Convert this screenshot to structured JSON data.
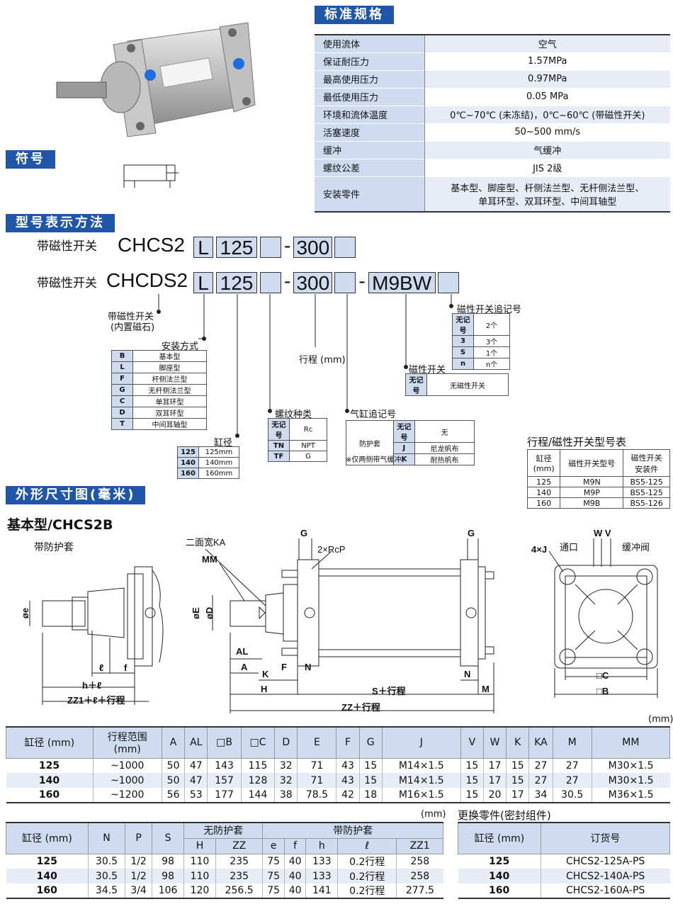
{
  "sections": {
    "spec": "标准规格",
    "symbol": "符号",
    "model": "型号表示方法",
    "dims": "外形尺寸图(毫米)"
  },
  "spec_rows": [
    [
      "使用流体",
      "空气"
    ],
    [
      "保证耐压力",
      "1.57MPa"
    ],
    [
      "最高使用压力",
      "0.97MPa"
    ],
    [
      "最低使用压力",
      "0.05 MPa"
    ],
    [
      "环境和流体温度",
      "0℃~70℃ (未冻结)，0℃~60℃ (带磁性开关)"
    ],
    [
      "活塞速度",
      "50~500 mm/s"
    ],
    [
      "缓冲",
      "气缓冲"
    ],
    [
      "螺纹公差",
      "JIS 2级"
    ],
    [
      "安装零件",
      "基本型、脚座型、杆侧法兰型、无杆侧法兰型、\n单耳环型、双耳环型、中间耳轴型"
    ]
  ],
  "model": {
    "line1_label": "带磁性开关",
    "line1_code": "CHCS2",
    "line2_label": "带磁性开关",
    "line2_code": "CHCDS2",
    "mount": "L",
    "bore": "125",
    "stroke": "300",
    "switch": "M9BW",
    "mag_note1": "带磁性开关",
    "mag_note2": "(内置磁石)",
    "mount_title": "安装方式",
    "mount_rows": [
      [
        "B",
        "基本型"
      ],
      [
        "L",
        "脚座型"
      ],
      [
        "F",
        "杆侧法兰型"
      ],
      [
        "G",
        "无杆侧法兰型"
      ],
      [
        "C",
        "单耳环型"
      ],
      [
        "D",
        "双耳环型"
      ],
      [
        "T",
        "中间耳轴型"
      ]
    ],
    "bore_title": "缸径",
    "bore_rows": [
      [
        "125",
        "125mm"
      ],
      [
        "140",
        "140mm"
      ],
      [
        "160",
        "160mm"
      ]
    ],
    "thread_title": "螺纹种类",
    "thread_rows": [
      [
        "无记号",
        "Rc"
      ],
      [
        "TN",
        "NPT"
      ],
      [
        "TF",
        "G"
      ]
    ],
    "stroke_title": "行程 (mm)",
    "cyl_title": "气缸追记号",
    "cyl_head": "防护套",
    "cyl_rows": [
      [
        "无记号",
        "无"
      ],
      [
        "J",
        "尼龙帆布"
      ],
      [
        "K",
        "耐热帆布"
      ]
    ],
    "cyl_note": "※仅两侧带气缓冲。",
    "sw_title": "磁性开关",
    "sw_rows": [
      [
        "无记号",
        "无磁性开关"
      ]
    ],
    "swc_title": "磁性开关追记号",
    "swc_rows": [
      [
        "无记号",
        "2个"
      ],
      [
        "3",
        "3个"
      ],
      [
        "S",
        "1个"
      ],
      [
        "n",
        "n个"
      ]
    ],
    "swtable_title": "行程/磁性开关型号表",
    "swtable_head": [
      "缸径\n(mm)",
      "磁性开关型号",
      "磁性开关\n安装件"
    ],
    "swtable_rows": [
      [
        "125",
        "M9N",
        "BS5-125"
      ],
      [
        "140",
        "M9P",
        "BS5-125"
      ],
      [
        "160",
        "M9B",
        "BS5-126"
      ]
    ]
  },
  "dims": {
    "subtitle": "基本型/CHCS2B",
    "boot": "带防护套",
    "unit": "(mm)",
    "labels": {
      "ka": "二面宽KA",
      "mm": "MM",
      "g": "G",
      "rcp": "2×RcP",
      "j": "4×J",
      "port": "通口",
      "wv": "W V",
      "cush": "缓冲阀",
      "al": "AL",
      "a": "A",
      "k": "K",
      "f": "F",
      "n": "N",
      "h": "H",
      "s": "S＋行程",
      "m": "M",
      "zz": "ZZ＋行程",
      "c": "□C",
      "b": "□B",
      "e": "øe",
      "E": "øE",
      "D": "øD",
      "l": "ℓ",
      "ff": "f",
      "hl": "h＋ℓ",
      "zz1": "ZZ1＋ℓ＋行程"
    }
  },
  "table1": {
    "head": [
      "缸径 (mm)",
      "行程范围\n(mm)",
      "A",
      "AL",
      "□B",
      "□C",
      "D",
      "E",
      "F",
      "G",
      "J",
      "V",
      "W",
      "K",
      "KA",
      "M",
      "MM"
    ],
    "rows": [
      [
        "125",
        "~1000",
        "50",
        "47",
        "143",
        "115",
        "32",
        "71",
        "43",
        "15",
        "M14×1.5",
        "15",
        "17",
        "15",
        "27",
        "27",
        "M30×1.5"
      ],
      [
        "140",
        "~1000",
        "50",
        "47",
        "157",
        "128",
        "32",
        "71",
        "43",
        "15",
        "M14×1.5",
        "15",
        "17",
        "15",
        "27",
        "27",
        "M30×1.5"
      ],
      [
        "160",
        "~1200",
        "56",
        "53",
        "177",
        "144",
        "38",
        "78.5",
        "42",
        "18",
        "M16×1.5",
        "15",
        "20",
        "17",
        "34",
        "30.5",
        "M36×1.5"
      ]
    ]
  },
  "table2": {
    "head": [
      "缸径 (mm)",
      "N",
      "P",
      "S"
    ],
    "group1": "无防护套",
    "group2": "带防护套",
    "sub": [
      "H",
      "ZZ",
      "e",
      "f",
      "h",
      "ℓ",
      "ZZ1"
    ],
    "rows": [
      [
        "125",
        "30.5",
        "1/2",
        "98",
        "110",
        "235",
        "75",
        "40",
        "133",
        "0.2行程",
        "258"
      ],
      [
        "140",
        "30.5",
        "1/2",
        "98",
        "110",
        "235",
        "75",
        "40",
        "133",
        "0.2行程",
        "258"
      ],
      [
        "160",
        "34.5",
        "3/4",
        "106",
        "120",
        "256.5",
        "75",
        "40",
        "141",
        "0.2行程",
        "277.5"
      ]
    ]
  },
  "table3": {
    "title": "更换零件(密封组件)",
    "head": [
      "缸径 (mm)",
      "订货号"
    ],
    "rows": [
      [
        "125",
        "CHCS2-125A-PS"
      ],
      [
        "140",
        "CHCS2-140A-PS"
      ],
      [
        "160",
        "CHCS2-160A-PS"
      ]
    ]
  }
}
